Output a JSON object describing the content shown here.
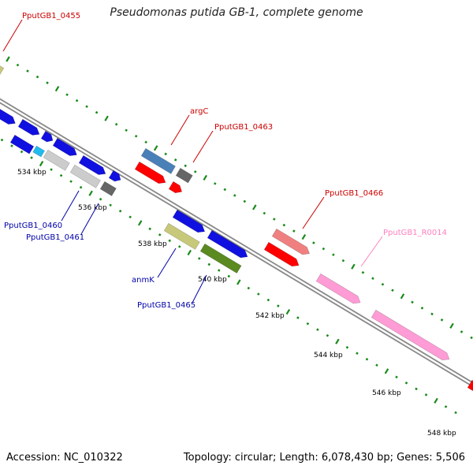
{
  "map": {
    "title": "Pseudomonas putida GB-1, complete genome",
    "accession": "Accession: NC_010322",
    "topology": "Topology: circular; Length: 6,078,430 bp; Genes: 5,506"
  },
  "ticks": [
    "534 kbp",
    "536 kbp",
    "538 kbp",
    "540 kbp",
    "542 kbp",
    "544 kbp",
    "546 kbp",
    "548 kbp"
  ],
  "labels": {
    "PputGB1_0455": "PputGB1_0455",
    "argC": "argC",
    "PputGB1_0463": "PputGB1_0463",
    "PputGB1_0466": "PputGB1_0466",
    "PputGB1_R0014": "PputGB1_R0014",
    "PputGB1_0460": "PputGB1_0460",
    "PputGB1_0461": "PputGB1_0461",
    "anmK": "anmK",
    "PputGB1_0465": "PputGB1_0465"
  },
  "colors": {
    "forward_cds": "#1010e0",
    "reverse_cds": "#ff0000",
    "rrna": "#ff9cd6",
    "rrna_label": "#ff80c0",
    "other": "#c8c87a",
    "dark_green": "#5a8a20",
    "grey": "#cccccc",
    "dark_grey": "#666666",
    "steel": "#4a80b8",
    "salmon": "#f08080",
    "cyan": "#22bbee",
    "label_red": "#cc0000",
    "label_blue": "#0000aa",
    "tick_green": "#1a8a1a"
  }
}
